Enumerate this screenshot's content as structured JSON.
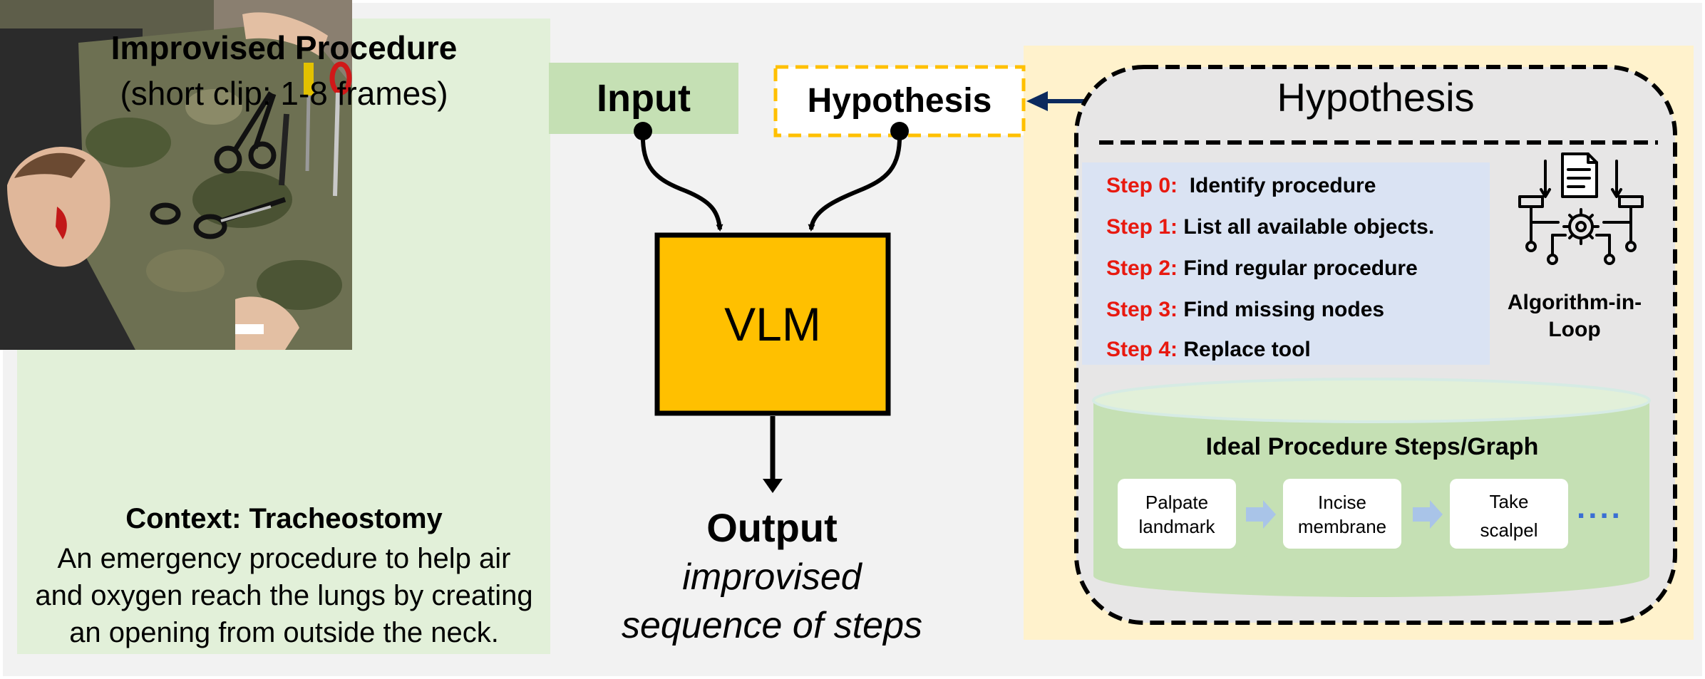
{
  "left_panel": {
    "title": "Improvised Procedure",
    "subtitle": "(short clip: 1-8 frames)",
    "context_title": "Context: Tracheostomy",
    "context_lines": [
      "An emergency  procedure to help air",
      "and oxygen reach the lungs by creating",
      "an opening from outside the neck."
    ]
  },
  "center": {
    "input_label": "Input",
    "hypothesis_label": "Hypothesis",
    "vlm_label": "VLM",
    "output_title": "Output",
    "output_lines": [
      "improvised",
      "sequence of steps"
    ]
  },
  "right_panel": {
    "title": "Hypothesis",
    "steps": [
      {
        "num": "Step 0:",
        "text": "Identify procedure"
      },
      {
        "num": "Step 1:",
        "text": "List all available objects."
      },
      {
        "num": "Step 2:",
        "text": "Find regular procedure"
      },
      {
        "num": "Step 3:",
        "text": "Find missing nodes"
      },
      {
        "num": "Step 4:",
        "text": "Replace tool"
      }
    ],
    "algorithm_lines": [
      "Algorithm-in-",
      "Loop"
    ],
    "ideal_title": "Ideal Procedure Steps/Graph",
    "nodes": [
      {
        "lines": [
          "Palpate",
          "landmark"
        ]
      },
      {
        "lines": [
          "Incise",
          "membrane"
        ]
      },
      {
        "lines": [
          "Take",
          "scalpel"
        ]
      }
    ],
    "ellipsis": "....",
    "icon": "algorithm-flowchart-gear-icon"
  },
  "colors": {
    "left_panel_bg": "#e2f0d9",
    "input_bg": "#c5e0b4",
    "hypothesis_dash": "#ffc000",
    "vlm_fill": "#ffc000",
    "right_panel_bg": "#fff2cc",
    "steps_bg": "#dae3f3",
    "step_red": "#e8190f",
    "cylinder_green": "#c5e0b4",
    "arrow_navy": "#0b2a5e"
  }
}
